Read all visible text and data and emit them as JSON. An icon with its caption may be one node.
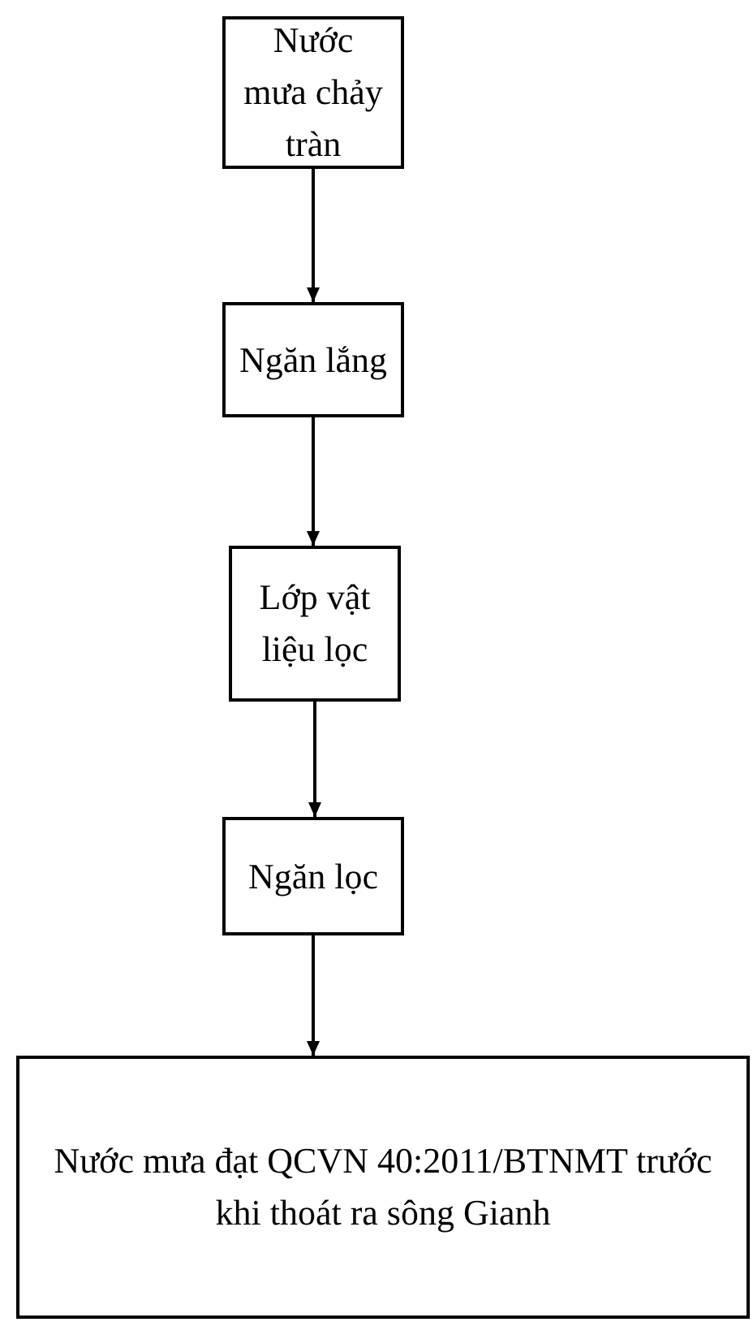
{
  "diagram": {
    "nodes": [
      {
        "text": [
          "Nước mưa chảy tràn"
        ]
      },
      {
        "text": [
          "Ngăn lắng"
        ]
      },
      {
        "text": [
          "Lớp vật liệu lọc"
        ]
      },
      {
        "text": [
          "Ngăn lọc"
        ]
      },
      {
        "text": [
          "Nước mưa đạt QCVN 40:2011/BTNMT trước khi thoát ra sông Gianh"
        ]
      }
    ],
    "edges": [
      {
        "from": 0,
        "to": 1,
        "arrow": "to"
      },
      {
        "from": 1,
        "to": 2,
        "arrow": "to"
      },
      {
        "from": 2,
        "to": 3,
        "arrow": "to"
      },
      {
        "from": 3,
        "to": 4,
        "arrow": "to"
      }
    ]
  }
}
